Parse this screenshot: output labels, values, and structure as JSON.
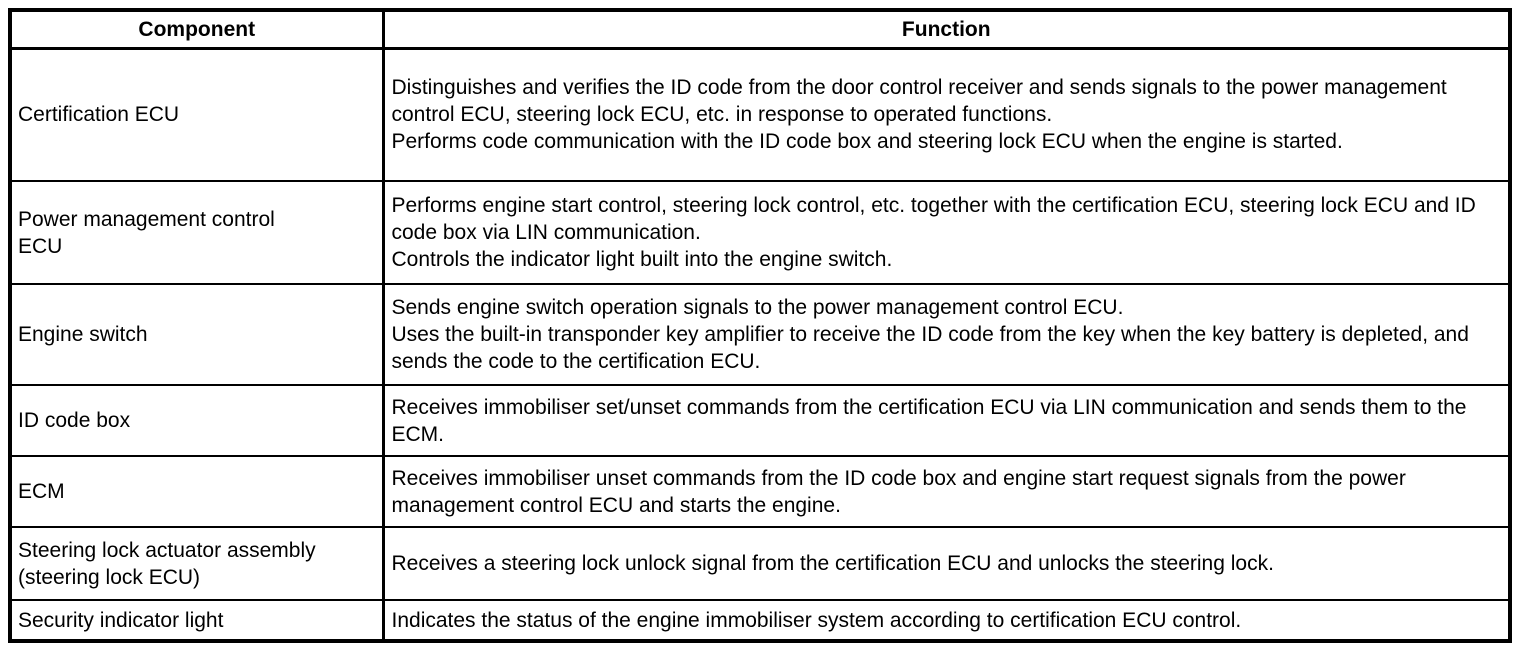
{
  "table": {
    "headers": [
      "Component",
      "Function"
    ],
    "rows": [
      {
        "component": "Certification ECU",
        "function_lines": [
          "Distinguishes and verifies the ID code from the door control receiver and sends signals to the power management control ECU, steering lock ECU, etc. in response to operated functions.",
          "Performs code communication with the ID code box and steering lock ECU when the engine is started."
        ]
      },
      {
        "component": "Power management control ECU",
        "function_lines": [
          "Performs engine start control, steering lock control, etc. together with the certification ECU, steering lock ECU and ID code box via LIN communication.",
          "Controls the indicator light built into the engine switch."
        ]
      },
      {
        "component": "Engine switch",
        "function_lines": [
          "Sends engine switch operation signals to the power management control ECU.",
          "Uses the built-in transponder key amplifier to receive the ID code from the key when the key battery is depleted, and sends the code to the certification ECU."
        ]
      },
      {
        "component": "ID code box",
        "function_lines": [
          "Receives immobiliser set/unset commands from the certification ECU via LIN communication and sends them to the ECM."
        ]
      },
      {
        "component": "ECM",
        "function_lines": [
          "Receives immobiliser unset commands from the ID code box and engine start request signals from the power management control ECU and starts the engine."
        ]
      },
      {
        "component": "Steering lock actuator assembly (steering lock ECU)",
        "function_lines": [
          "Receives a steering lock unlock signal from the certification ECU and unlocks the steering lock."
        ]
      },
      {
        "component": "Security indicator light",
        "function_lines": [
          "Indicates the status of the engine immobiliser system according to certification ECU control."
        ]
      }
    ]
  },
  "colors": {
    "border": "#000000",
    "background": "#ffffff",
    "text": "#000000"
  }
}
